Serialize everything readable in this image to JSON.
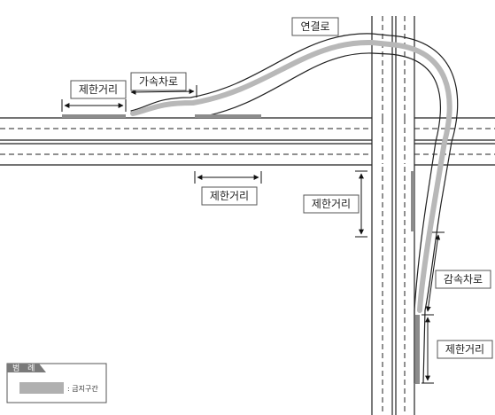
{
  "labels": {
    "connector": "연결로",
    "accel_lane": "가속차로",
    "restrict_left": "제한거리",
    "restrict_mid": "제한거리",
    "restrict_vert": "제한거리",
    "decel_lane": "감속차로",
    "restrict_bottom": "제한거리"
  },
  "legend": {
    "title": "범 례",
    "item_label": ": 금지구간"
  },
  "colors": {
    "road_line": "#222222",
    "ramp_fill": "#b8b8b8",
    "restricted_zone": "#8c8c8c",
    "legend_header": "#7a7a7a"
  }
}
